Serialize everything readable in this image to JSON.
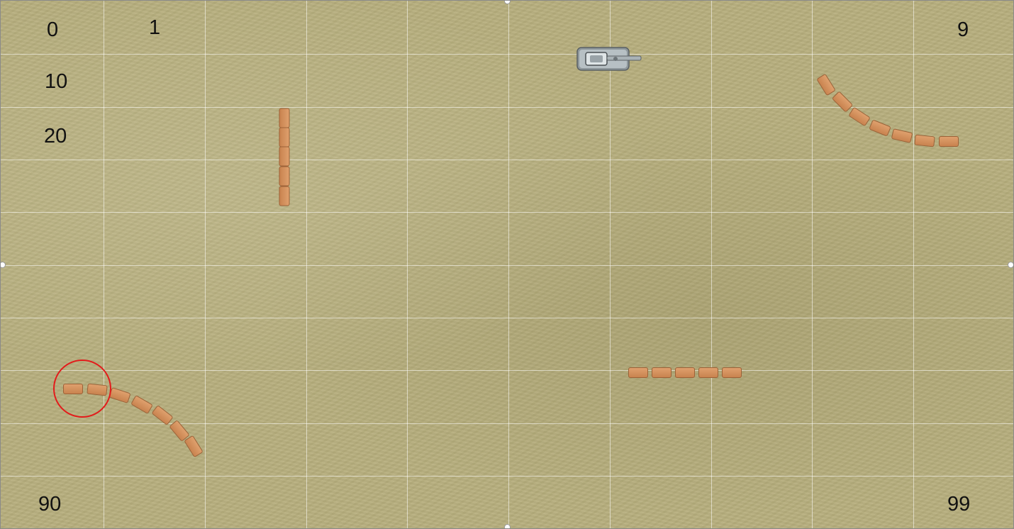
{
  "board": {
    "columns": 10,
    "rows": 10,
    "cell_labels": {
      "c0": "0",
      "c1": "1",
      "c9": "9",
      "c10": "10",
      "c20": "20",
      "c90": "90",
      "c99": "99"
    }
  },
  "pieces": {
    "player_tank": "tank-icon",
    "wall_vertical": "brick-wall",
    "wall_horizontal": "brick-wall",
    "wall_arc_top_right": "brick-wall",
    "wall_arc_bottom_left": "brick-wall"
  },
  "selection": {
    "target": "wall_arc_bottom_left",
    "color": "#e31b1b"
  },
  "colors": {
    "ground": "#b8b07f",
    "grid": "#ffffff",
    "brick": "#d18f5a",
    "tank": "#9aa3a8",
    "selection": "#e31b1b"
  }
}
